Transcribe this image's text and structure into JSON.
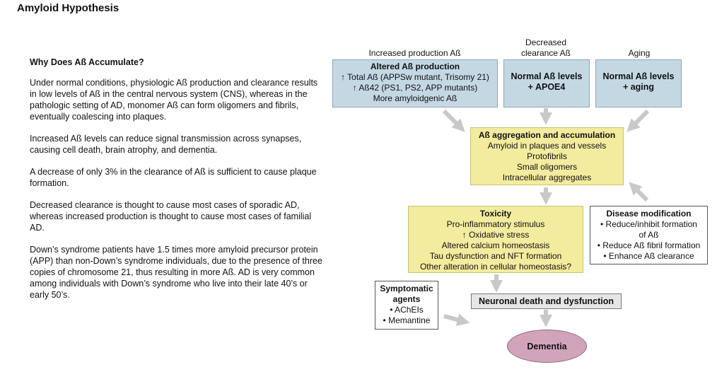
{
  "title": "Amyloid Hypothesis",
  "left": {
    "heading": "Why Does Aß Accumulate?",
    "paragraphs": [
      "Under normal conditions, physiologic Aß production and clearance results in low levels of Aß in the central nervous system (CNS), whereas in the pathologic setting of AD, monomer Aß can form oligomers and fibrils, eventually coalescing into plaques.",
      "Increased Aß levels can reduce signal transmission across synapses, causing cell death, brain atrophy, and dementia.",
      "A decrease of only 3% in the clearance of Aß is sufficient to cause plaque formation.",
      "Decreased clearance is thought to cause most cases of sporadic AD, whereas increased production is thought to cause most cases of familial AD.",
      "Down’s syndrome patients have 1.5 times more amyloid precursor protein (APP) than non-Down’s syndrome individuals, due to the presence of three copies of chromosome 21, thus resulting in more Aß. AD is very common among individuals with Down’s syndrome who live into their late 40’s or early 50’s."
    ]
  },
  "diagram": {
    "headers": {
      "production": "Increased production Aß",
      "clearance_1": "Decreased",
      "clearance_2": "clearance Aß",
      "aging": "Aging"
    },
    "production_box": {
      "title": "Altered Aß production",
      "lines": [
        "↑ Total Aß (APPSw mutant, Trisomy 21)",
        "↑ Aß42 (PS1, PS2, APP mutants)",
        "More amyloidgenic Aß"
      ]
    },
    "apoe_box": {
      "line1": "Normal Aß levels",
      "line2": "+ APOE4"
    },
    "aging_box": {
      "line1": "Normal Aß levels",
      "line2": "+ aging"
    },
    "aggregation_box": {
      "title": "Aß aggregation and accumulation",
      "lines": [
        "Amyloid in plaques and vessels",
        "Protofibrils",
        "Small oligomers",
        "Intracellular aggregates"
      ]
    },
    "toxicity_box": {
      "title": "Toxicity",
      "lines": [
        "Pro-inflammatory stimulus",
        "↑ Oxidative stress",
        "Altered calcium homeostasis",
        "Tau dysfunction and NFT formation",
        "Other alteration in cellular homeostasis?"
      ]
    },
    "disease_mod_box": {
      "title": "Disease modification",
      "lines": [
        "• Reduce/inhibit formation",
        "of Aß",
        "• Reduce Aß fibril formation",
        "• Enhance Aß clearance"
      ]
    },
    "symptomatic_box": {
      "title_1": "Symptomatic",
      "title_2": "agents",
      "lines": [
        "• AChEIs",
        "• Memantine"
      ]
    },
    "neuronal_box": {
      "title": "Neuronal death and dysfunction"
    },
    "dementia": "Dementia"
  },
  "colors": {
    "blue_box": "#c4d8e4",
    "yellow_box": "#f3ec9f",
    "dementia": "#d2a4bc",
    "arrow": "#c8c8c8"
  }
}
